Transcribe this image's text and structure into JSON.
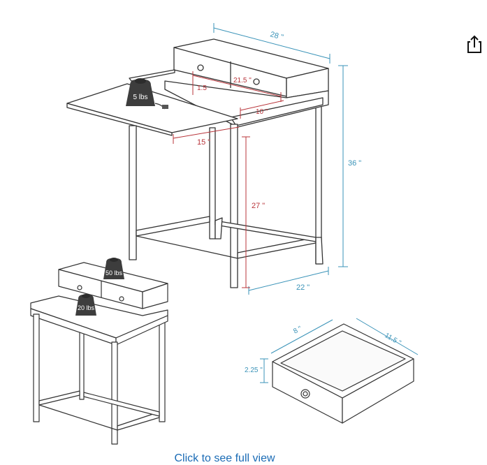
{
  "viewer": {
    "full_view_link": "Click to see full view",
    "share_icon": "share-icon"
  },
  "image": {
    "dimensions": {
      "desk_width": "28 \"",
      "total_height": "36 \"",
      "depth": "22 \"",
      "desk_surface_height": "27 \"",
      "extension_length": "15 \"",
      "drawer_interior_width": "21.5 \"",
      "slot_depth": "1.5",
      "slot_width": "10 \"",
      "drawer_width": "8 \"",
      "drawer_depth": "11.5 \"",
      "drawer_height": "2.25 \""
    },
    "weights": {
      "extension_load": "5 lbs",
      "top_shelf_load": "50 lbs",
      "desk_load": "20 lbs"
    },
    "colors": {
      "dimension_blue": "#3a93b8",
      "dimension_red": "#b8343a",
      "line": "#333333",
      "weight": "#3d3d3d"
    }
  }
}
